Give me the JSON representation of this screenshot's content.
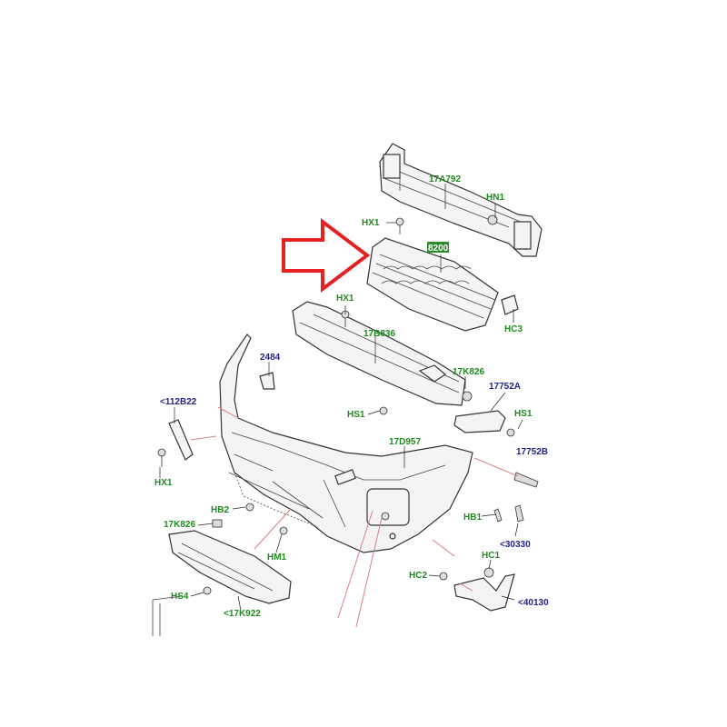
{
  "labels": {
    "l17A792": "17A792",
    "HN1": "HN1",
    "HX1a": "HX1",
    "l8200": "8200",
    "HC3": "HC3",
    "HX1b": "HX1",
    "l17B836": "17B836",
    "l2484": "2484",
    "l17K826a": "17K826",
    "l17752A": "17752A",
    "l112B22": "<112B22",
    "HS1a": "HS1",
    "HS1b": "HS1",
    "l17D957": "17D957",
    "l17752B": "17752B",
    "HX1c": "HX1",
    "HB2": "HB2",
    "HB1": "HB1",
    "l17K826b": "17K826",
    "l30330": "<30330",
    "HM1": "HM1",
    "HC1": "HC1",
    "HC2": "HC2",
    "HS4": "HS4",
    "l40130": "<40130",
    "l17K922": "<17K922"
  },
  "colors": {
    "part_label": "#1f8a1f",
    "reference_label": "#23238e",
    "callout_arrow": "#e52222",
    "highlight_box": "#2e8b2e"
  }
}
